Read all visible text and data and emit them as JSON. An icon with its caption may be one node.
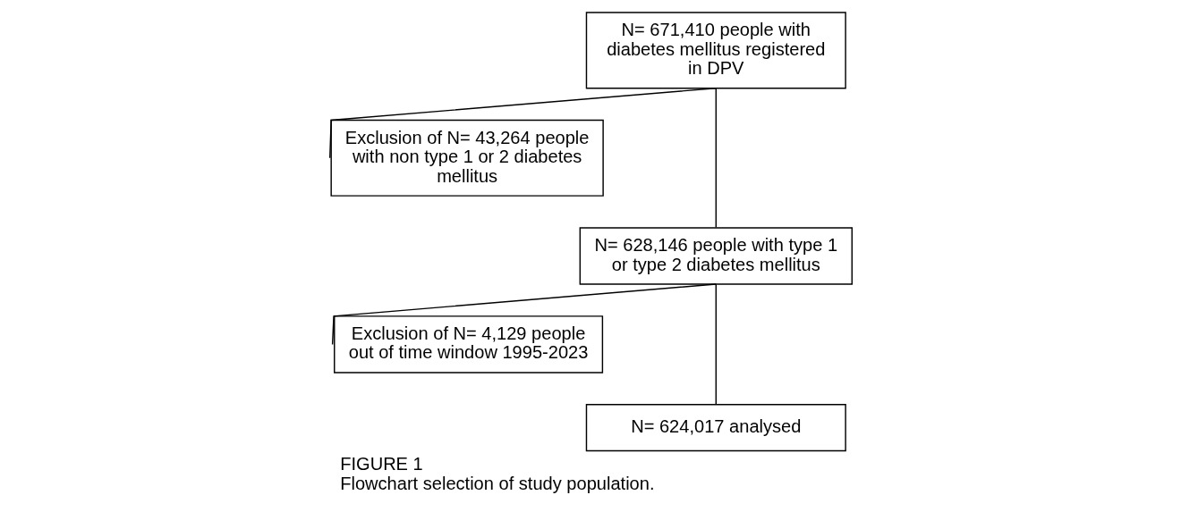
{
  "diagram": {
    "title": "FIGURE 1",
    "caption": "Flowchart selection of study population.",
    "nodes": [
      {
        "text": [
          "N= 671,410 people with diabetes mellitus registered in DPV"
        ]
      },
      {
        "text": [
          "Exclusion of N= 43,264 people with non type 1 or 2 diabetes mellitus"
        ]
      },
      {
        "text": [
          "N= 628,146 people with type 1 or type 2 diabetes mellitus"
        ]
      },
      {
        "text": [
          "Exclusion of N= 4,129 people out of time window 1995-2023"
        ]
      },
      {
        "text": [
          "N= 624,017 analysed"
        ]
      }
    ],
    "edges": [
      {
        "from": 0,
        "to": 2,
        "arrow": "none"
      },
      {
        "from": 0,
        "to": 1,
        "arrow": "none"
      },
      {
        "from": 2,
        "to": 4,
        "arrow": "none"
      },
      {
        "from": 2,
        "to": 3,
        "arrow": "none"
      }
    ]
  }
}
